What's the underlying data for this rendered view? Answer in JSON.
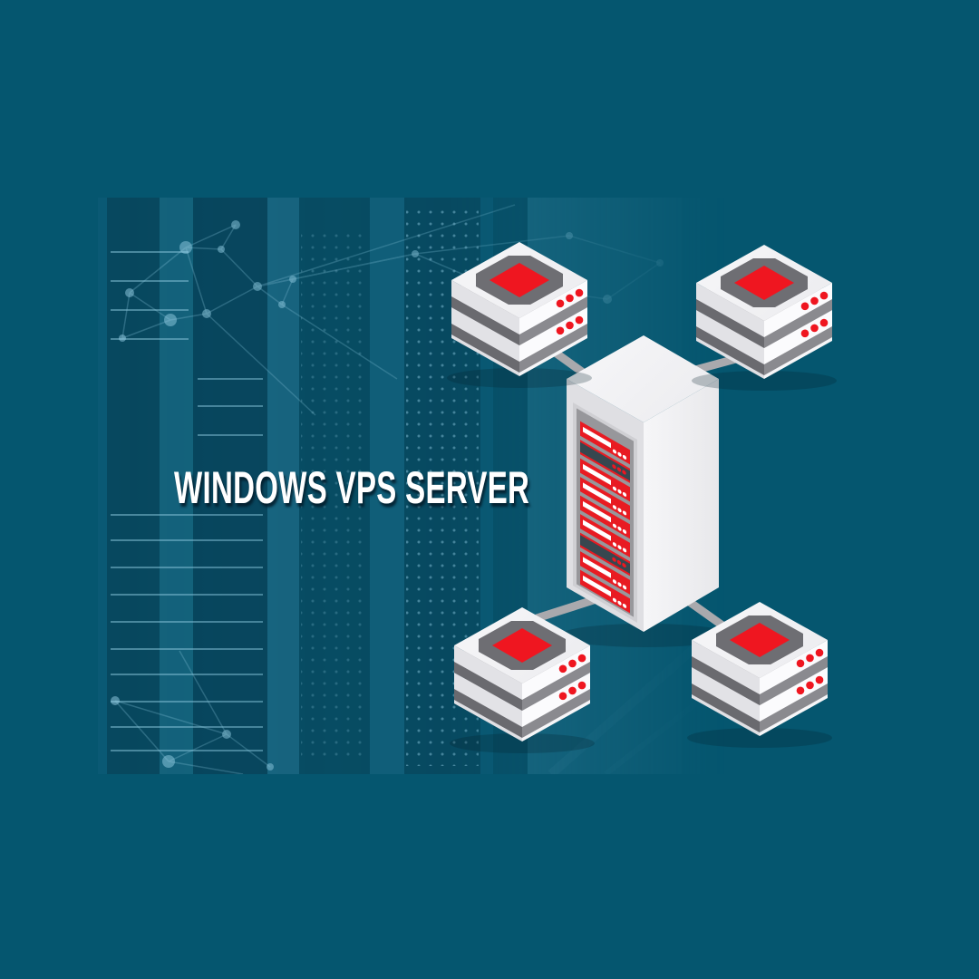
{
  "title": {
    "text": "WINDOWS VPS SERVER"
  },
  "colors": {
    "background": "#05566F",
    "panel_tint": "#115E7B",
    "texture_highlight": "#8CC8DE",
    "server_body_white": "#F5F5F7",
    "server_body_light": "#E3E3E7",
    "server_dark_band": "#6A6A6F",
    "rack_panel_gray": "#97979B",
    "rack_bar_red": "#E81B22",
    "accent_red": "#EF1620",
    "dark_slate": "#37474F",
    "connector_gray": "#A9A9AD",
    "title_color": "#FFFFFF",
    "title_shadow": "#041C2A"
  },
  "diagram": {
    "center": {
      "id": "center",
      "icon": "server-rack-tower-icon",
      "rack_units": 9,
      "dark_unit_indices": [
        1,
        6
      ]
    },
    "satellites": [
      {
        "id": "top-left",
        "icon": "stacked-server-icon"
      },
      {
        "id": "top-right",
        "icon": "stacked-server-icon"
      },
      {
        "id": "bottom-left",
        "icon": "stacked-server-icon"
      },
      {
        "id": "bottom-right",
        "icon": "stacked-server-icon"
      }
    ],
    "edges": [
      {
        "from": "center",
        "to": "top-left"
      },
      {
        "from": "center",
        "to": "top-right"
      },
      {
        "from": "center",
        "to": "bottom-left"
      },
      {
        "from": "center",
        "to": "bottom-right"
      }
    ]
  }
}
